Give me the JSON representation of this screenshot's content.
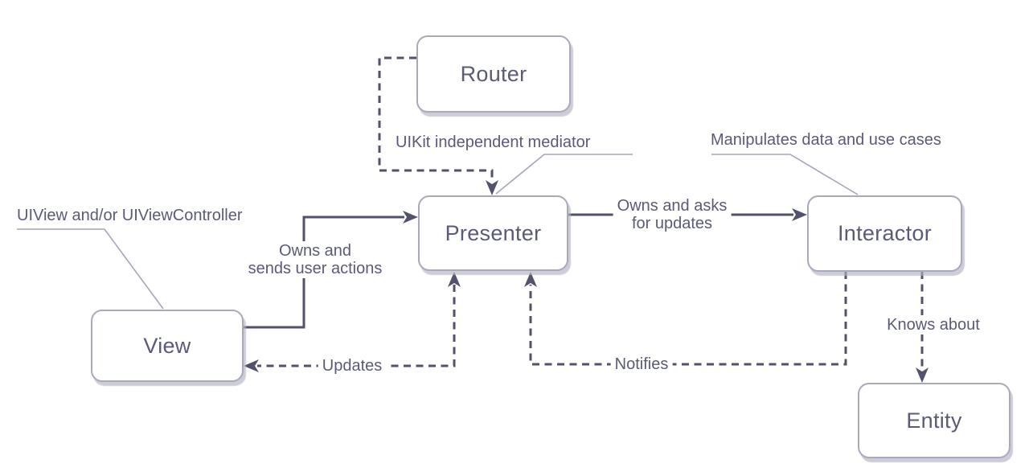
{
  "diagram": {
    "title": "VIPER architecture diagram",
    "background": "#ffffff"
  },
  "colors": {
    "node_fill": "#ffffff",
    "node_border": "#a9a9bd",
    "node_shadow": "#b2b2c3",
    "text": "#5a5a7a",
    "arrow": "#52526c",
    "callout": "#a4a4b8"
  },
  "nodes": {
    "router": {
      "label": "Router"
    },
    "presenter": {
      "label": "Presenter"
    },
    "view": {
      "label": "View"
    },
    "interactor": {
      "label": "Interactor"
    },
    "entity": {
      "label": "Entity"
    }
  },
  "annotations": {
    "uikit": "UIKit independent mediator",
    "manipulates": "Manipulates data and use cases",
    "uiview": "UIView and/or UIViewController"
  },
  "edge_labels": {
    "owns_sends_line1": "Owns and",
    "owns_sends_line2": "sends user actions",
    "owns_asks_line1": "Owns and asks",
    "owns_asks_line2": "for updates",
    "updates": "Updates",
    "notifies": "Notifies",
    "knows_about": "Knows about"
  }
}
